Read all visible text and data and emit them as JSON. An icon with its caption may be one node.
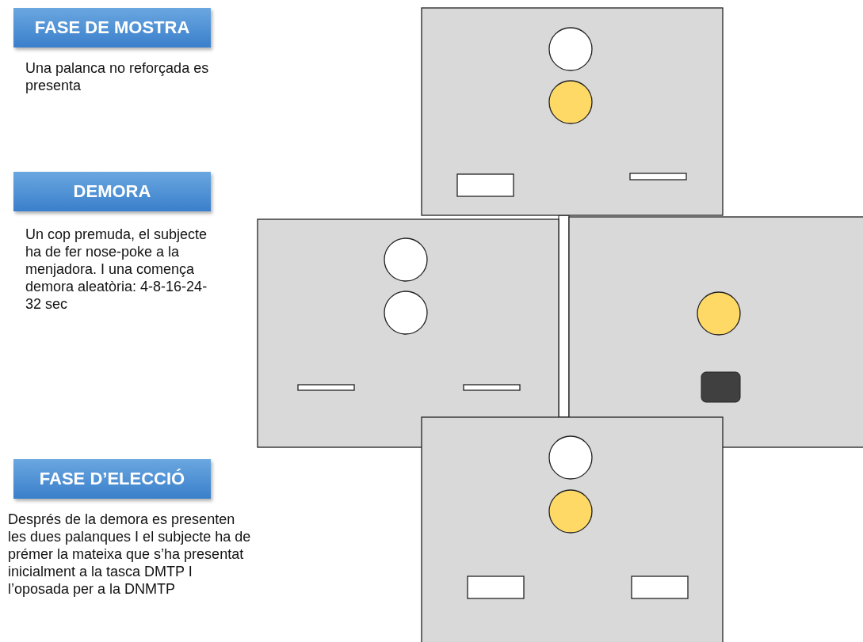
{
  "diagram": {
    "nodes": [
      {
        "text": [
          "FASE DE MOSTRA"
        ],
        "beside": [
          "Una palanca no reforçada es presenta"
        ]
      },
      {
        "text": [
          "DEMORA"
        ],
        "beside": [
          "Un cop premuda, el subjecte ha de fer nose-poke a la menjadora. I una comença demora aleatòria: 4-8-16-24-32 sec"
        ]
      },
      {
        "text": [
          "FASE D’ELECCIÓ"
        ],
        "beside": [
          "Després de la demora es presenten les dues palanques I el subjecte ha de prémer la mateixa que s’ha presentat inicialment a la tasca DMTP I l’oposada per a la DNMTP"
        ]
      }
    ]
  }
}
